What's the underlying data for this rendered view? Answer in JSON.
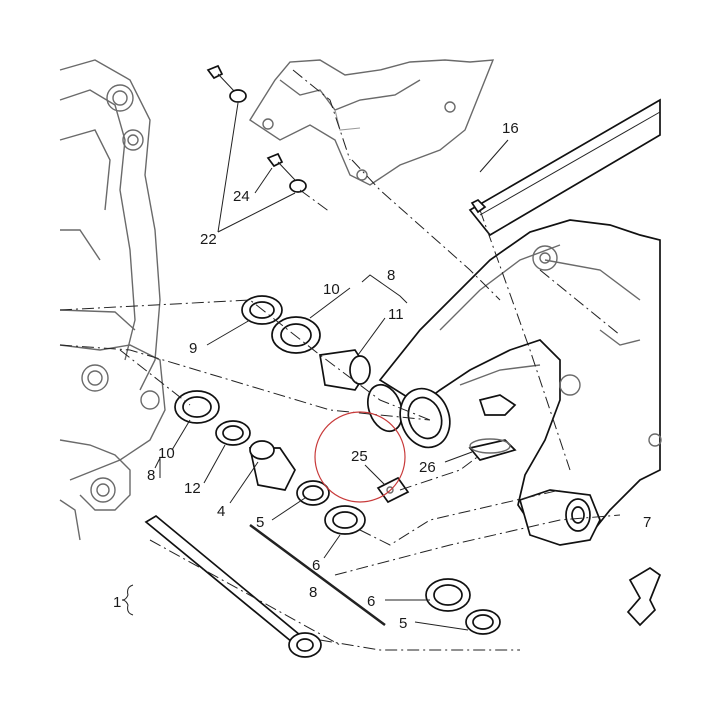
{
  "callouts": {
    "l1": "1",
    "l4": "4",
    "l5a": "5",
    "l5b": "5",
    "l6a": "6",
    "l6b": "6",
    "l7": "7",
    "l8a": "8",
    "l8b": "8",
    "l8c": "8",
    "l9": "9",
    "l10a": "10",
    "l10b": "10",
    "l11": "11",
    "l12": "12",
    "l16": "16",
    "l22": "22",
    "l24": "24",
    "l25": "25",
    "l26": "26"
  },
  "highlight": {
    "color": "#c83a3a"
  }
}
